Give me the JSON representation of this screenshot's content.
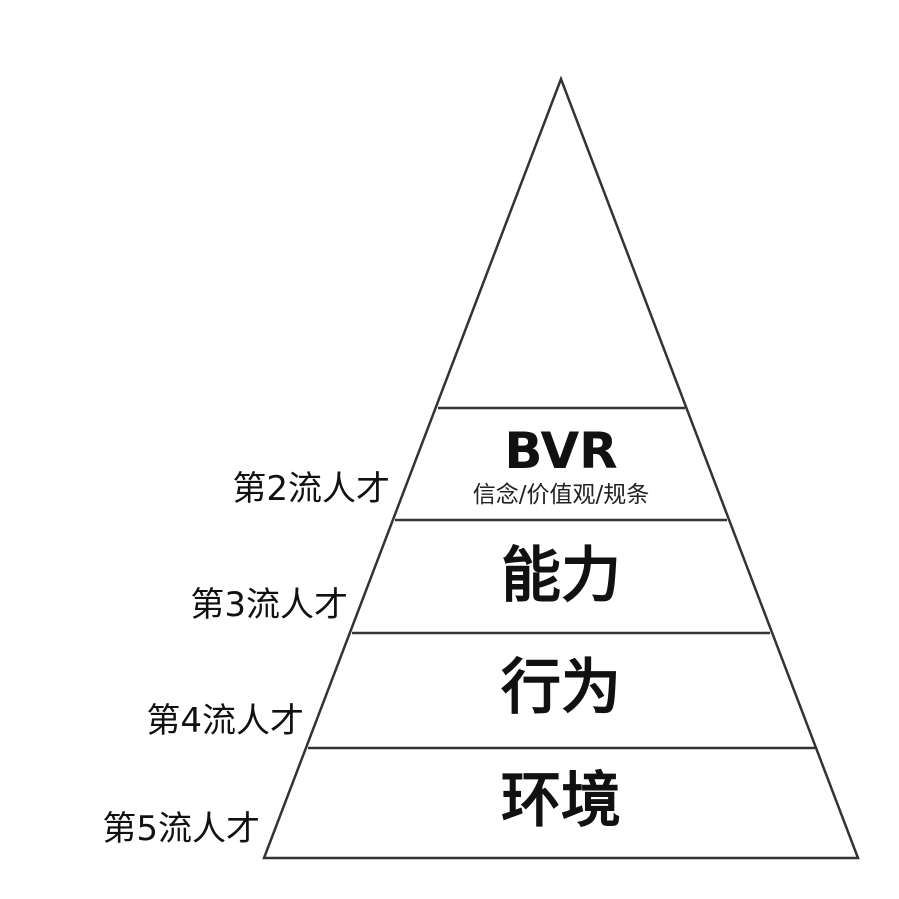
{
  "diagram": {
    "type": "pyramid",
    "line_color": "#333333",
    "fill_color": "#ffffff",
    "tiers": [
      {
        "title": "",
        "subtitle": "",
        "side_label": ""
      },
      {
        "title": "BVR",
        "subtitle": "信念/价值观/规条",
        "side_label": "第2流人才"
      },
      {
        "title": "能力",
        "subtitle": "",
        "side_label": "第3流人才"
      },
      {
        "title": "行为",
        "subtitle": "",
        "side_label": "第4流人才"
      },
      {
        "title": "环境",
        "subtitle": "",
        "side_label": "第5流人才"
      }
    ]
  }
}
